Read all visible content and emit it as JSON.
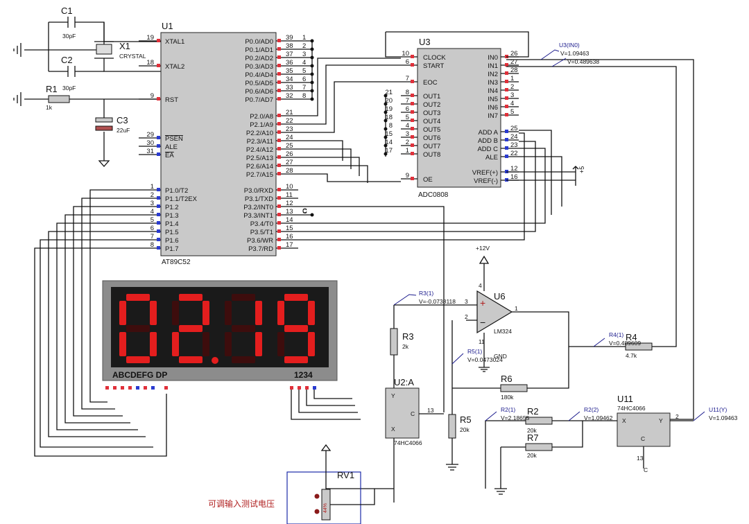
{
  "u1": {
    "ref": "U1",
    "part": "AT89C52",
    "left_pins": [
      {
        "num": "19",
        "name": "XTAL1"
      },
      {
        "num": "18",
        "name": "XTAL2"
      },
      {
        "num": "9",
        "name": "RST"
      },
      {
        "num": "29",
        "name": "PSEN"
      },
      {
        "num": "30",
        "name": "ALE"
      },
      {
        "num": "31",
        "name": "EA"
      },
      {
        "num": "1",
        "name": "P1.0/T2"
      },
      {
        "num": "2",
        "name": "P1.1/T2EX"
      },
      {
        "num": "3",
        "name": "P1.2"
      },
      {
        "num": "4",
        "name": "P1.3"
      },
      {
        "num": "5",
        "name": "P1.4"
      },
      {
        "num": "6",
        "name": "P1.5"
      },
      {
        "num": "7",
        "name": "P1.6"
      },
      {
        "num": "8",
        "name": "P1.7"
      }
    ],
    "right_pins": [
      {
        "num": "39",
        "name": "P0.0/AD0",
        "ext": "1"
      },
      {
        "num": "38",
        "name": "P0.1/AD1",
        "ext": "2"
      },
      {
        "num": "37",
        "name": "P0.2/AD2",
        "ext": "3"
      },
      {
        "num": "36",
        "name": "P0.3/AD3",
        "ext": "4"
      },
      {
        "num": "35",
        "name": "P0.4/AD4",
        "ext": "5"
      },
      {
        "num": "34",
        "name": "P0.5/AD5",
        "ext": "6"
      },
      {
        "num": "33",
        "name": "P0.6/AD6",
        "ext": "7"
      },
      {
        "num": "32",
        "name": "P0.7/AD7",
        "ext": "8"
      },
      {
        "num": "21",
        "name": "P2.0/A8",
        "ext": ""
      },
      {
        "num": "22",
        "name": "P2.1/A9",
        "ext": ""
      },
      {
        "num": "23",
        "name": "P2.2/A10",
        "ext": ""
      },
      {
        "num": "24",
        "name": "P2.3/A11",
        "ext": ""
      },
      {
        "num": "25",
        "name": "P2.4/A12",
        "ext": ""
      },
      {
        "num": "26",
        "name": "P2.5/A13",
        "ext": ""
      },
      {
        "num": "27",
        "name": "P2.6/A14",
        "ext": ""
      },
      {
        "num": "28",
        "name": "P2.7/A15",
        "ext": ""
      },
      {
        "num": "10",
        "name": "P3.0/RXD",
        "ext": ""
      },
      {
        "num": "11",
        "name": "P3.1/TXD",
        "ext": ""
      },
      {
        "num": "12",
        "name": "P3.2/INT0",
        "ext": ""
      },
      {
        "num": "13",
        "name": "P3.3/INT1",
        "ext": "C"
      },
      {
        "num": "14",
        "name": "P3.4/T0",
        "ext": ""
      },
      {
        "num": "15",
        "name": "P3.5/T1",
        "ext": ""
      },
      {
        "num": "16",
        "name": "P3.6/WR",
        "ext": ""
      },
      {
        "num": "17",
        "name": "P3.7/RD",
        "ext": ""
      }
    ]
  },
  "u3": {
    "ref": "U3",
    "part": "ADC0808",
    "left_pins": [
      {
        "num": "10",
        "name": "CLOCK"
      },
      {
        "num": "6",
        "name": "START"
      },
      {
        "num": "7",
        "name": "EOC"
      },
      {
        "num": "8",
        "ext": "21",
        "name": "OUT1"
      },
      {
        "num": "7",
        "ext": "20",
        "name": "OUT2"
      },
      {
        "num": "6",
        "ext": "19",
        "name": "OUT3"
      },
      {
        "num": "5",
        "ext": "18",
        "name": "OUT4"
      },
      {
        "num": "4",
        "ext": "8",
        "name": "OUT5"
      },
      {
        "num": "3",
        "ext": "15",
        "name": "OUT6"
      },
      {
        "num": "2",
        "ext": "14",
        "name": "OUT7"
      },
      {
        "num": "1",
        "ext": "17",
        "name": "OUT8"
      },
      {
        "num": "9",
        "name": "OE"
      }
    ],
    "right_pins": [
      {
        "num": "26",
        "name": "IN0"
      },
      {
        "num": "27",
        "name": "IN1"
      },
      {
        "num": "28",
        "name": "IN2"
      },
      {
        "num": "1",
        "name": "IN3"
      },
      {
        "num": "2",
        "name": "IN4"
      },
      {
        "num": "3",
        "name": "IN5"
      },
      {
        "num": "4",
        "name": "IN6"
      },
      {
        "num": "5",
        "name": "IN7"
      },
      {
        "num": "25",
        "name": "ADD A"
      },
      {
        "num": "24",
        "name": "ADD B"
      },
      {
        "num": "23",
        "name": "ADD C"
      },
      {
        "num": "22",
        "name": "ALE"
      },
      {
        "num": "12",
        "name": "VREF(+)"
      },
      {
        "num": "16",
        "name": "VREF(-)"
      }
    ],
    "vref_label": "+5",
    "probe_in0": "U3(IN0)",
    "probe_in0_value": "V=1.09463",
    "probe_in1_value": "V=0.489638"
  },
  "components": {
    "c1": {
      "ref": "C1",
      "value": "30pF"
    },
    "c2": {
      "ref": "C2",
      "value": "30pF"
    },
    "x1": {
      "ref": "X1",
      "value": "CRYSTAL"
    },
    "r1": {
      "ref": "R1",
      "value": "1k"
    },
    "c3": {
      "ref": "C3",
      "value": "22uF"
    },
    "r3": {
      "ref": "R3",
      "value": "2k"
    },
    "r4": {
      "ref": "R4",
      "value": "4.7k"
    },
    "r5": {
      "ref": "R5",
      "value": "20k"
    },
    "r6": {
      "ref": "R6",
      "value": "180k"
    },
    "r2": {
      "ref": "R2",
      "value": "20k"
    },
    "r7": {
      "ref": "R7",
      "value": "20k"
    },
    "rv1": {
      "ref": "RV1",
      "value": "44%"
    },
    "u6": {
      "ref": "U6",
      "part": "LM324",
      "gnd": "GND",
      "supply": "+12V"
    },
    "u2a": {
      "ref": "U2:A",
      "part": "74HC4066"
    },
    "u11": {
      "ref": "U11",
      "part": "74HC4066"
    }
  },
  "probes": {
    "r3": {
      "name": "R3(1)",
      "value": "V=-0.0738118"
    },
    "r4": {
      "name": "R4(1)",
      "value": "V=0.489609"
    },
    "r5": {
      "name": "R5(1)",
      "value": "V=0.0473024"
    },
    "r2a": {
      "name": "R2(1)",
      "value": "V=2.18655"
    },
    "r2b": {
      "name": "R2(2)",
      "value": "V=1.09462"
    },
    "u11": {
      "name": "U11(Y)",
      "value": "V=1.09463"
    }
  },
  "display": {
    "digits": [
      "0",
      "2",
      "1",
      "9"
    ],
    "decimal_point_after": 2,
    "segment_label": "ABCDEFG  DP",
    "digit_label": "1234",
    "segment_color": "#e41e1e",
    "frame_color": "#8c8c8c"
  },
  "annotation": "可调输入测试电压",
  "colors": {
    "chip_fill": "#c9c9c9",
    "wire": "#111111",
    "pin_red": "#e0303a",
    "pin_blue": "#2a3bd0",
    "probe": "#1a1a8c",
    "annotation": "#b02020",
    "rv1_box": "#1a2aa8"
  }
}
